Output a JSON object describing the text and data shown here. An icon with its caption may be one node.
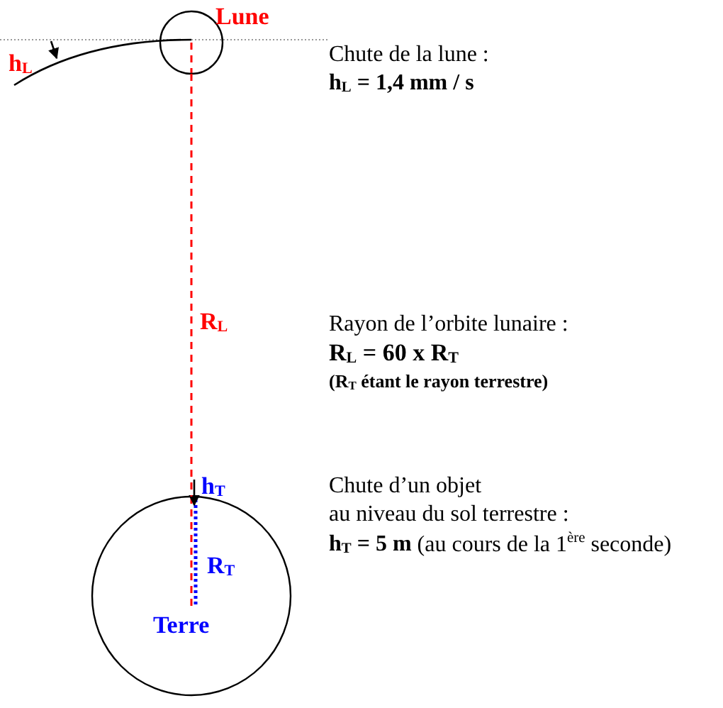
{
  "diagram": {
    "nodes": [
      {
        "text": [
          "Lune"
        ]
      },
      {
        "text": [
          "Terre"
        ]
      }
    ],
    "edges": [
      {
        "from": 0,
        "to": 1,
        "arrow": "none",
        "label": "R$_{L}$",
        "style": "dashed",
        "color": "#ff0000"
      }
    ],
    "labels": [
      "h$_{L}$",
      "h$_{T}$",
      "R$_{T}$",
      "Chute de la lune :",
      "h$_{L}$ = 1,4 mm / s",
      "Rayon de l’orbite lunaire :",
      "R$_{L}$ = 60 x R$_{T}$",
      "(R$_{T}$ étant le rayon terrestre)",
      "Chute d’un objet",
      "au niveau du sol terrestre :",
      "**h$_{T}$ = 5 m** (au cours de la 1$^{ère}$ seconde)"
    ]
  }
}
